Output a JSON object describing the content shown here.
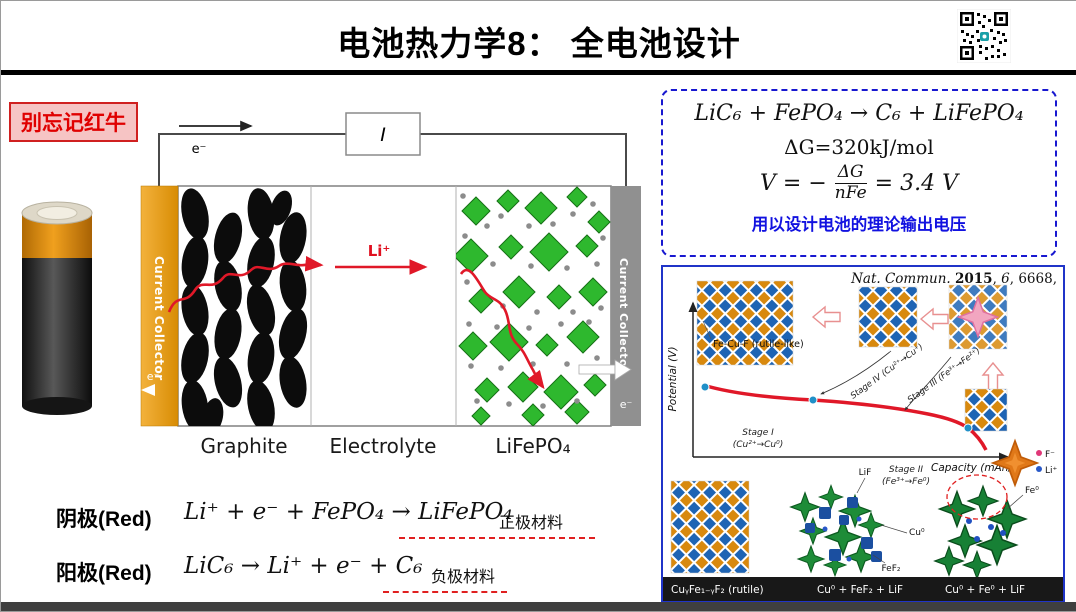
{
  "slide": {
    "title": "电池热力学8： 全电池设计",
    "badge": "别忘记红牛"
  },
  "theory_box": {
    "reaction": "LiC₆ + FePO₄ → C₆ + LiFePO₄",
    "gibbs": "ΔG=320kJ/mol",
    "voltage": {
      "lhs": "V = −",
      "numerator": "ΔG",
      "denominator": "nFe",
      "rhs": "= 3.4 V"
    },
    "caption": "用以设计电池的理论输出电压"
  },
  "cell_diagram": {
    "current_box": "I",
    "electron_top": "e⁻",
    "electron_left": "e⁻",
    "electron_right": "e⁻",
    "li_ion": "Li⁺",
    "collector_left": "Current Collector",
    "collector_right": "Current Collector",
    "region_labels": {
      "anode": "Graphite",
      "separator": "Electrolyte",
      "cathode": "LiFePO₄"
    }
  },
  "reactions": {
    "cathode": {
      "label": "阴极(Red)",
      "equation": "Li⁺ + e⁻ + FePO₄ → LiFePO₄",
      "note": "正极材料"
    },
    "anode": {
      "label": "阳极(Red)",
      "equation": "LiC₆ → Li⁺ + e⁻ + C₆",
      "note": "负极材料"
    }
  },
  "figure": {
    "citation": {
      "journal": "Nat. Commun. ",
      "year": "2015",
      "sep1": ", ",
      "volume": "6",
      "tail": ", 6668,"
    },
    "ylabel": "Potential (V)",
    "xlabel": "Capacity (mAh/g)",
    "phase_label": "Fe-Cu-F (rutile-like)",
    "stage4": "Stage IV (Cu²⁺→Cu⁺)",
    "stage3": "Stage III (Fe³⁺→Fe²⁺)",
    "stage1_line1": "Stage I",
    "stage1_line2": "(Cu²⁺→Cu⁰)",
    "stage2_line1": "Stage II",
    "stage2_line2": "(Fe³⁺→Fe⁰)",
    "lif": "LiF",
    "cu0": "Cu⁰",
    "fef2": "FeF₂",
    "fe0": "Fe⁰",
    "f_ion": "F⁻",
    "li_ion": "Li⁺",
    "caption_left": "CuᵧFe₁₋ᵧF₂ (rutile)",
    "caption_mid": "Cu⁰ + FeF₂ + LiF",
    "caption_right": "Cu⁰ + Fe⁰ + LiF"
  }
}
